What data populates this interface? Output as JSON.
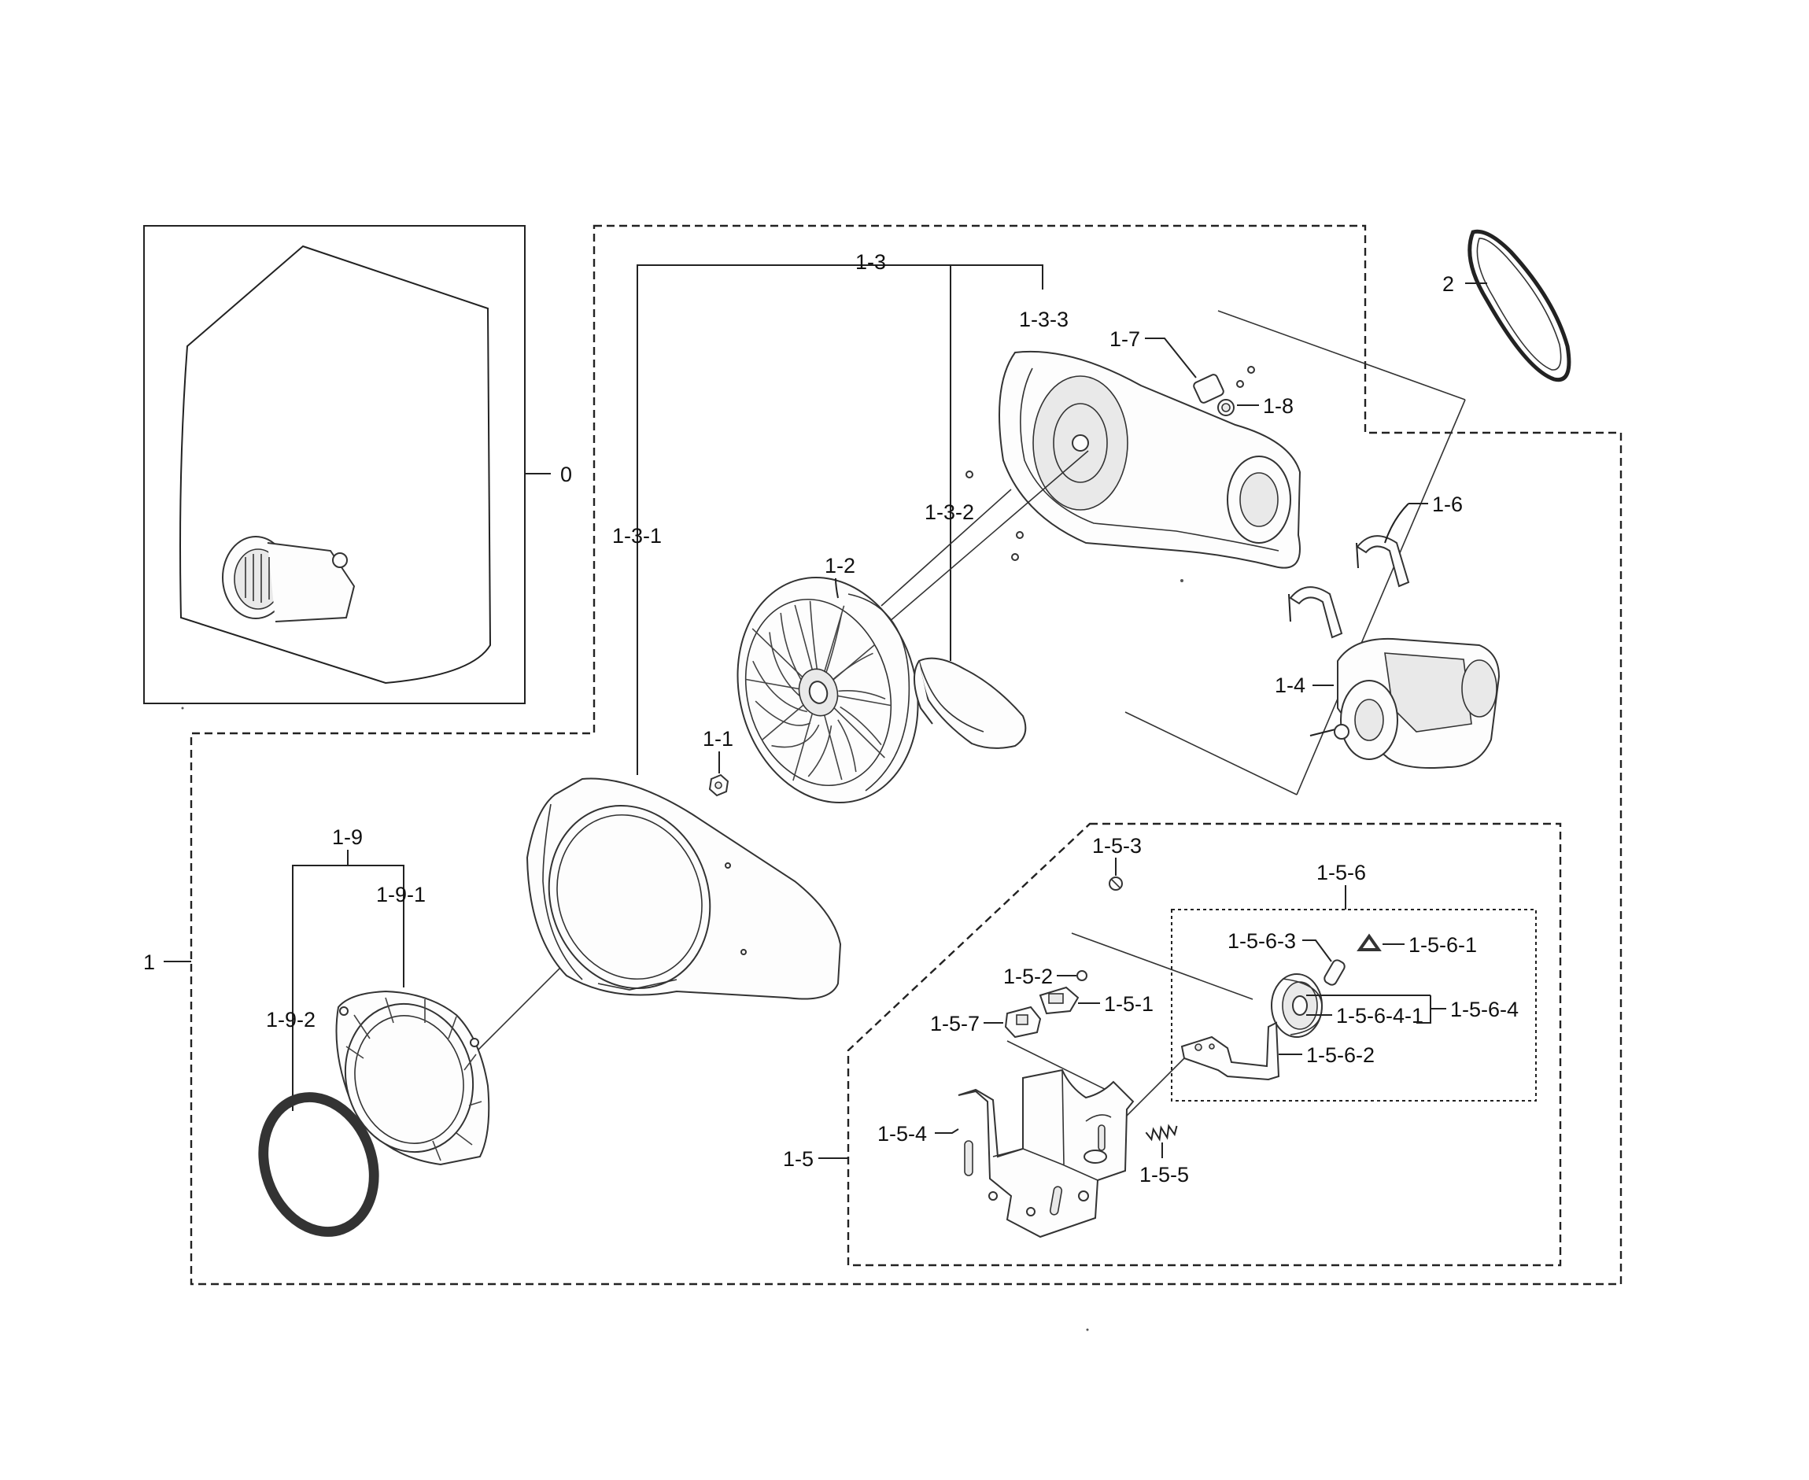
{
  "labels": {
    "l0": "0",
    "l1": "1",
    "l2": "2",
    "l1_1": "1-1",
    "l1_2": "1-2",
    "l1_3": "1-3",
    "l1_3_1": "1-3-1",
    "l1_3_2": "1-3-2",
    "l1_3_3": "1-3-3",
    "l1_4": "1-4",
    "l1_5": "1-5",
    "l1_5_1": "1-5-1",
    "l1_5_2": "1-5-2",
    "l1_5_3": "1-5-3",
    "l1_5_4": "1-5-4",
    "l1_5_5": "1-5-5",
    "l1_5_6": "1-5-6",
    "l1_5_6_1": "1-5-6-1",
    "l1_5_6_2": "1-5-6-2",
    "l1_5_6_3": "1-5-6-3",
    "l1_5_6_4": "1-5-6-4",
    "l1_5_6_4_1": "1-5-6-4-1",
    "l1_5_7": "1-5-7",
    "l1_6": "1-6",
    "l1_7": "1-7",
    "l1_8": "1-8",
    "l1_9": "1-9",
    "l1_9_1": "1-9-1",
    "l1_9_2": "1-9-2"
  }
}
